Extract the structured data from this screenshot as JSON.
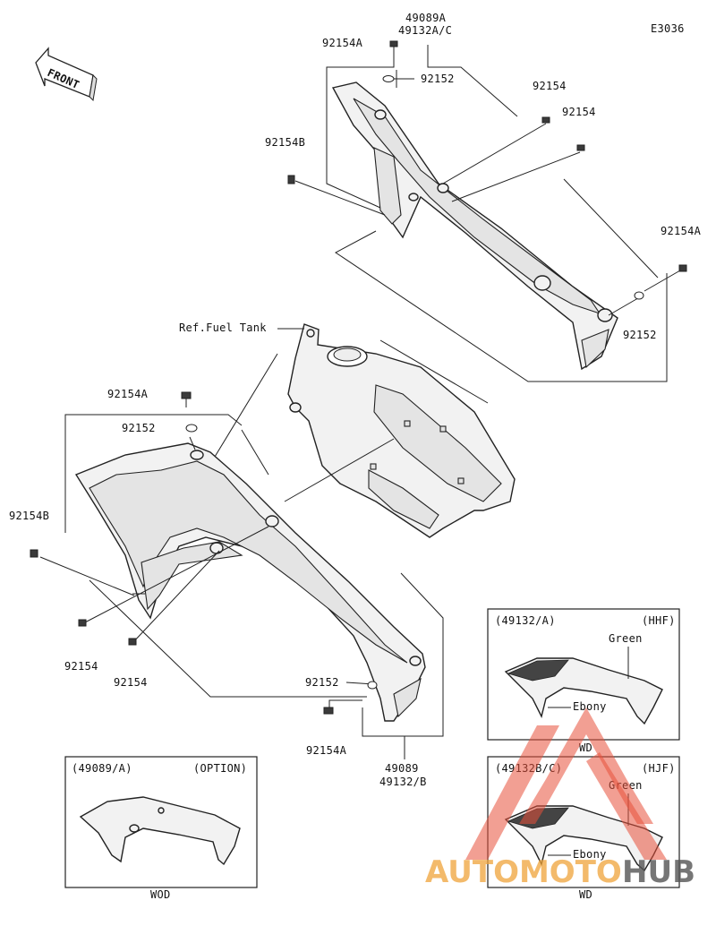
{
  "diagram_code": "E3036",
  "front_label": "FRONT",
  "ref_fuel_tank": "Ref.Fuel Tank",
  "callouts": {
    "top_cover_group_1": "49089A",
    "top_cover_group_2": "49132A/C",
    "bolt_a_top": "92154A",
    "washer_top": "92152",
    "bolt_r1": "92154",
    "bolt_r2": "92154",
    "bolt_b_top": "92154B",
    "bolt_a_right": "92154A",
    "washer_right": "92152",
    "bolt_a_left": "92154A",
    "washer_left": "92152",
    "bolt_b_left": "92154B",
    "bolt_l1": "92154",
    "bolt_l2": "92154",
    "washer_bottom": "92152",
    "bolt_a_bottom": "92154A",
    "bottom_cover_group_1": "49089",
    "bottom_cover_group_2": "49132/B"
  },
  "variant_hhf": {
    "code": "(49132/A)",
    "tag": "(HHF)",
    "color1": "Green",
    "color2": "Ebony",
    "model": "WD"
  },
  "variant_hjf": {
    "code": "(49132B/C)",
    "tag": "(HJF)",
    "color1": "Green",
    "color2": "Ebony",
    "model": "WD"
  },
  "variant_option": {
    "code": "(49089/A)",
    "tag": "(OPTION)",
    "model": "WOD"
  },
  "watermark": {
    "part1": "AUTOMOTO",
    "part2": "HUB",
    "color_accent": "#e8503a",
    "color_text": "#f0a43a"
  }
}
